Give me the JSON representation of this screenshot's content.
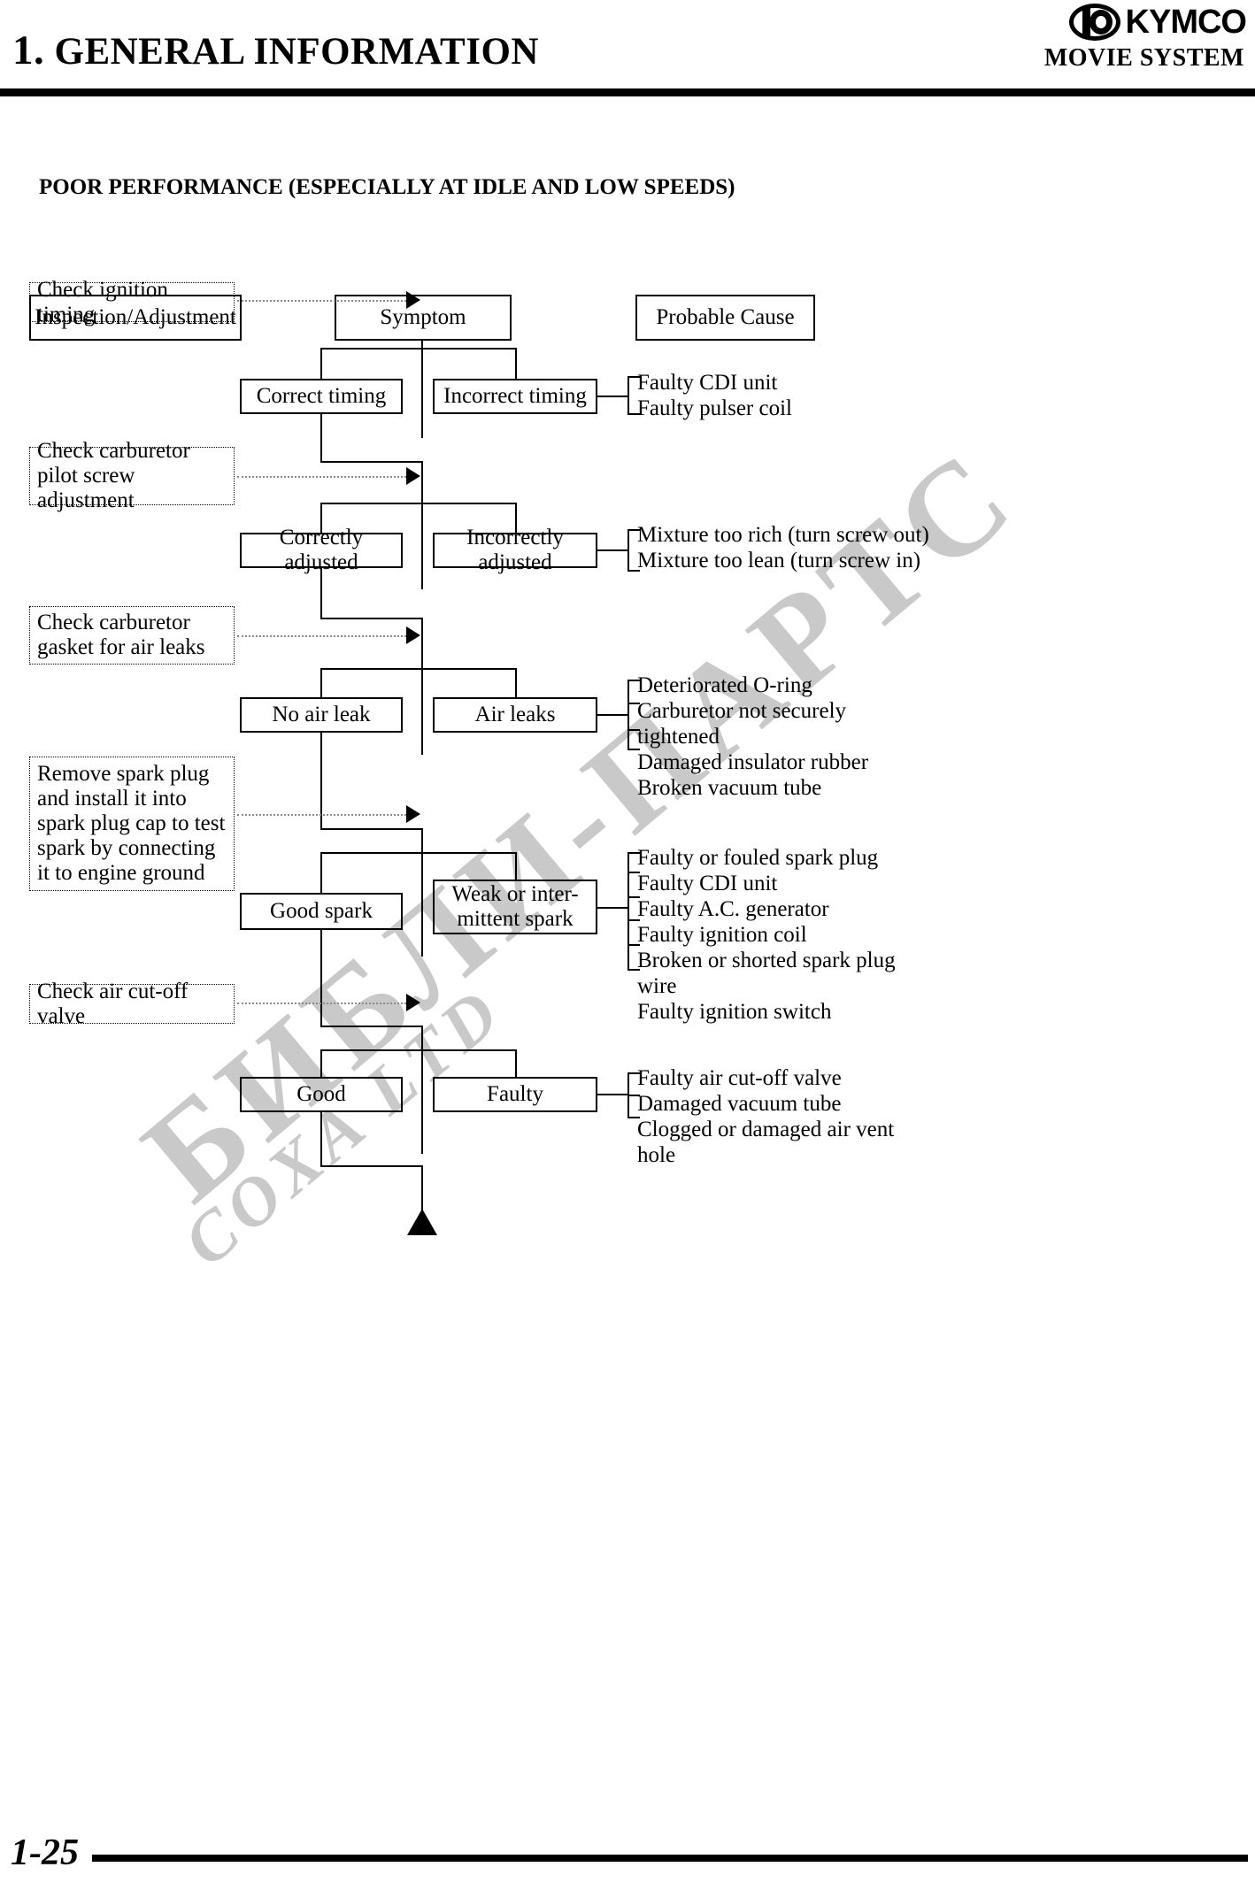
{
  "header": {
    "chapter_number": "1.",
    "chapter_title": "GENERAL INFORMATION",
    "brand": "KYMCO",
    "system_name": "MOVIE SYSTEM"
  },
  "section": {
    "title": "POOR PERFORMANCE (ESPECIALLY AT IDLE AND LOW SPEEDS)"
  },
  "watermark": {
    "line1": "БИБЛИ-ПАРТС",
    "line2": "COXA LTD"
  },
  "columns": {
    "inspection": "Inspection/Adjustment",
    "symptom": "Symptom",
    "probable_cause": "Probable Cause"
  },
  "steps": [
    {
      "check": "Check ignition timing",
      "ok_label": "Correct timing",
      "fault_label": "Incorrect timing",
      "causes": [
        "Faulty CDI unit",
        "Faulty pulser coil"
      ]
    },
    {
      "check": "Check carburetor pilot screw adjustment",
      "ok_label": "Correctly adjusted",
      "fault_label": "Incorrectly adjusted",
      "causes": [
        "Mixture too rich (turn screw out)",
        "Mixture too lean (turn screw in)"
      ]
    },
    {
      "check": "Check carburetor gasket for air leaks",
      "ok_label": "No air leak",
      "fault_label": "Air leaks",
      "causes": [
        "Deteriorated O-ring",
        "Carburetor not securely tightened",
        "Damaged insulator rubber",
        "Broken vacuum tube"
      ]
    },
    {
      "check": "Remove spark plug and install it into spark plug cap to test spark by connecting it to engine ground",
      "ok_label": "Good spark",
      "fault_label": "Weak or inter-mittent spark",
      "causes": [
        "Faulty or fouled spark plug",
        "Faulty CDI unit",
        "Faulty A.C. generator",
        "Faulty ignition coil",
        "Broken or shorted spark plug wire",
        "Faulty ignition switch"
      ]
    },
    {
      "check": "Check air cut-off valve",
      "ok_label": "Good",
      "fault_label": "Faulty",
      "causes": [
        "Faulty air cut-off valve",
        "Damaged vacuum tube",
        "Clogged or damaged air vent hole"
      ]
    }
  ],
  "footer": {
    "page_number": "1-25"
  },
  "colors": {
    "ink": "#000000",
    "watermark": "#c9c9c9",
    "dotted_line": "#8a8a8a"
  }
}
